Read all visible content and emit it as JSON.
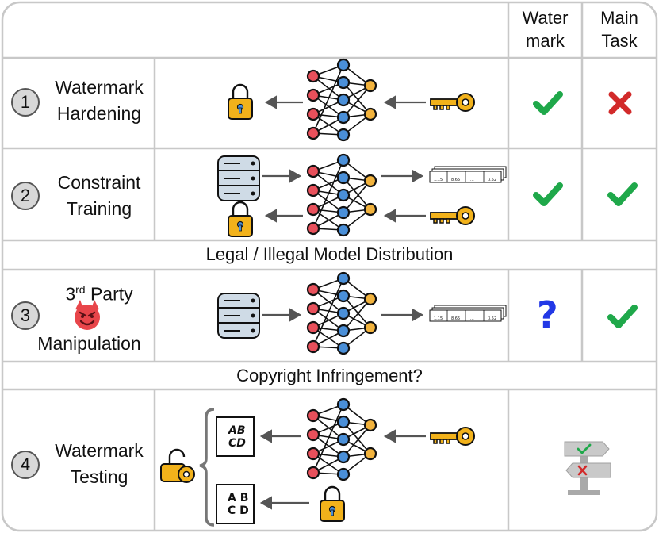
{
  "header": {
    "col_watermark": "Water mark",
    "col_main_task": "Main Task"
  },
  "steps": [
    {
      "number": "1",
      "title": "Watermark Hardening",
      "watermark": "check",
      "main_task": "cross"
    },
    {
      "number": "2",
      "title": "Constraint Training",
      "watermark": "check",
      "main_task": "check"
    },
    {
      "number": "3",
      "title_sup": "rd",
      "title_base": "3",
      "title_rest": "Party",
      "title_line2": "Manipulation",
      "watermark": "?",
      "main_task": "check"
    },
    {
      "number": "4",
      "title": "Watermark Testing"
    }
  ],
  "banners": {
    "distribution": "Legal / Illegal Model Distribution",
    "infringement": "Copyright Infringement?"
  },
  "card_text": {
    "row1": "AB",
    "row2": "CD",
    "row1_plain": "A B",
    "row2_plain": "C D"
  },
  "feature_cells": [
    "1.15",
    "8.65",
    "...",
    "3.52"
  ],
  "colors": {
    "check": "#1fa84a",
    "cross": "#d22a2a",
    "question": "#2238e6",
    "node_red": "#e8505b",
    "node_blue": "#4a8fd8",
    "node_yellow": "#f2b33d",
    "key": "#f2b21b",
    "lock": "#f2b21b"
  }
}
